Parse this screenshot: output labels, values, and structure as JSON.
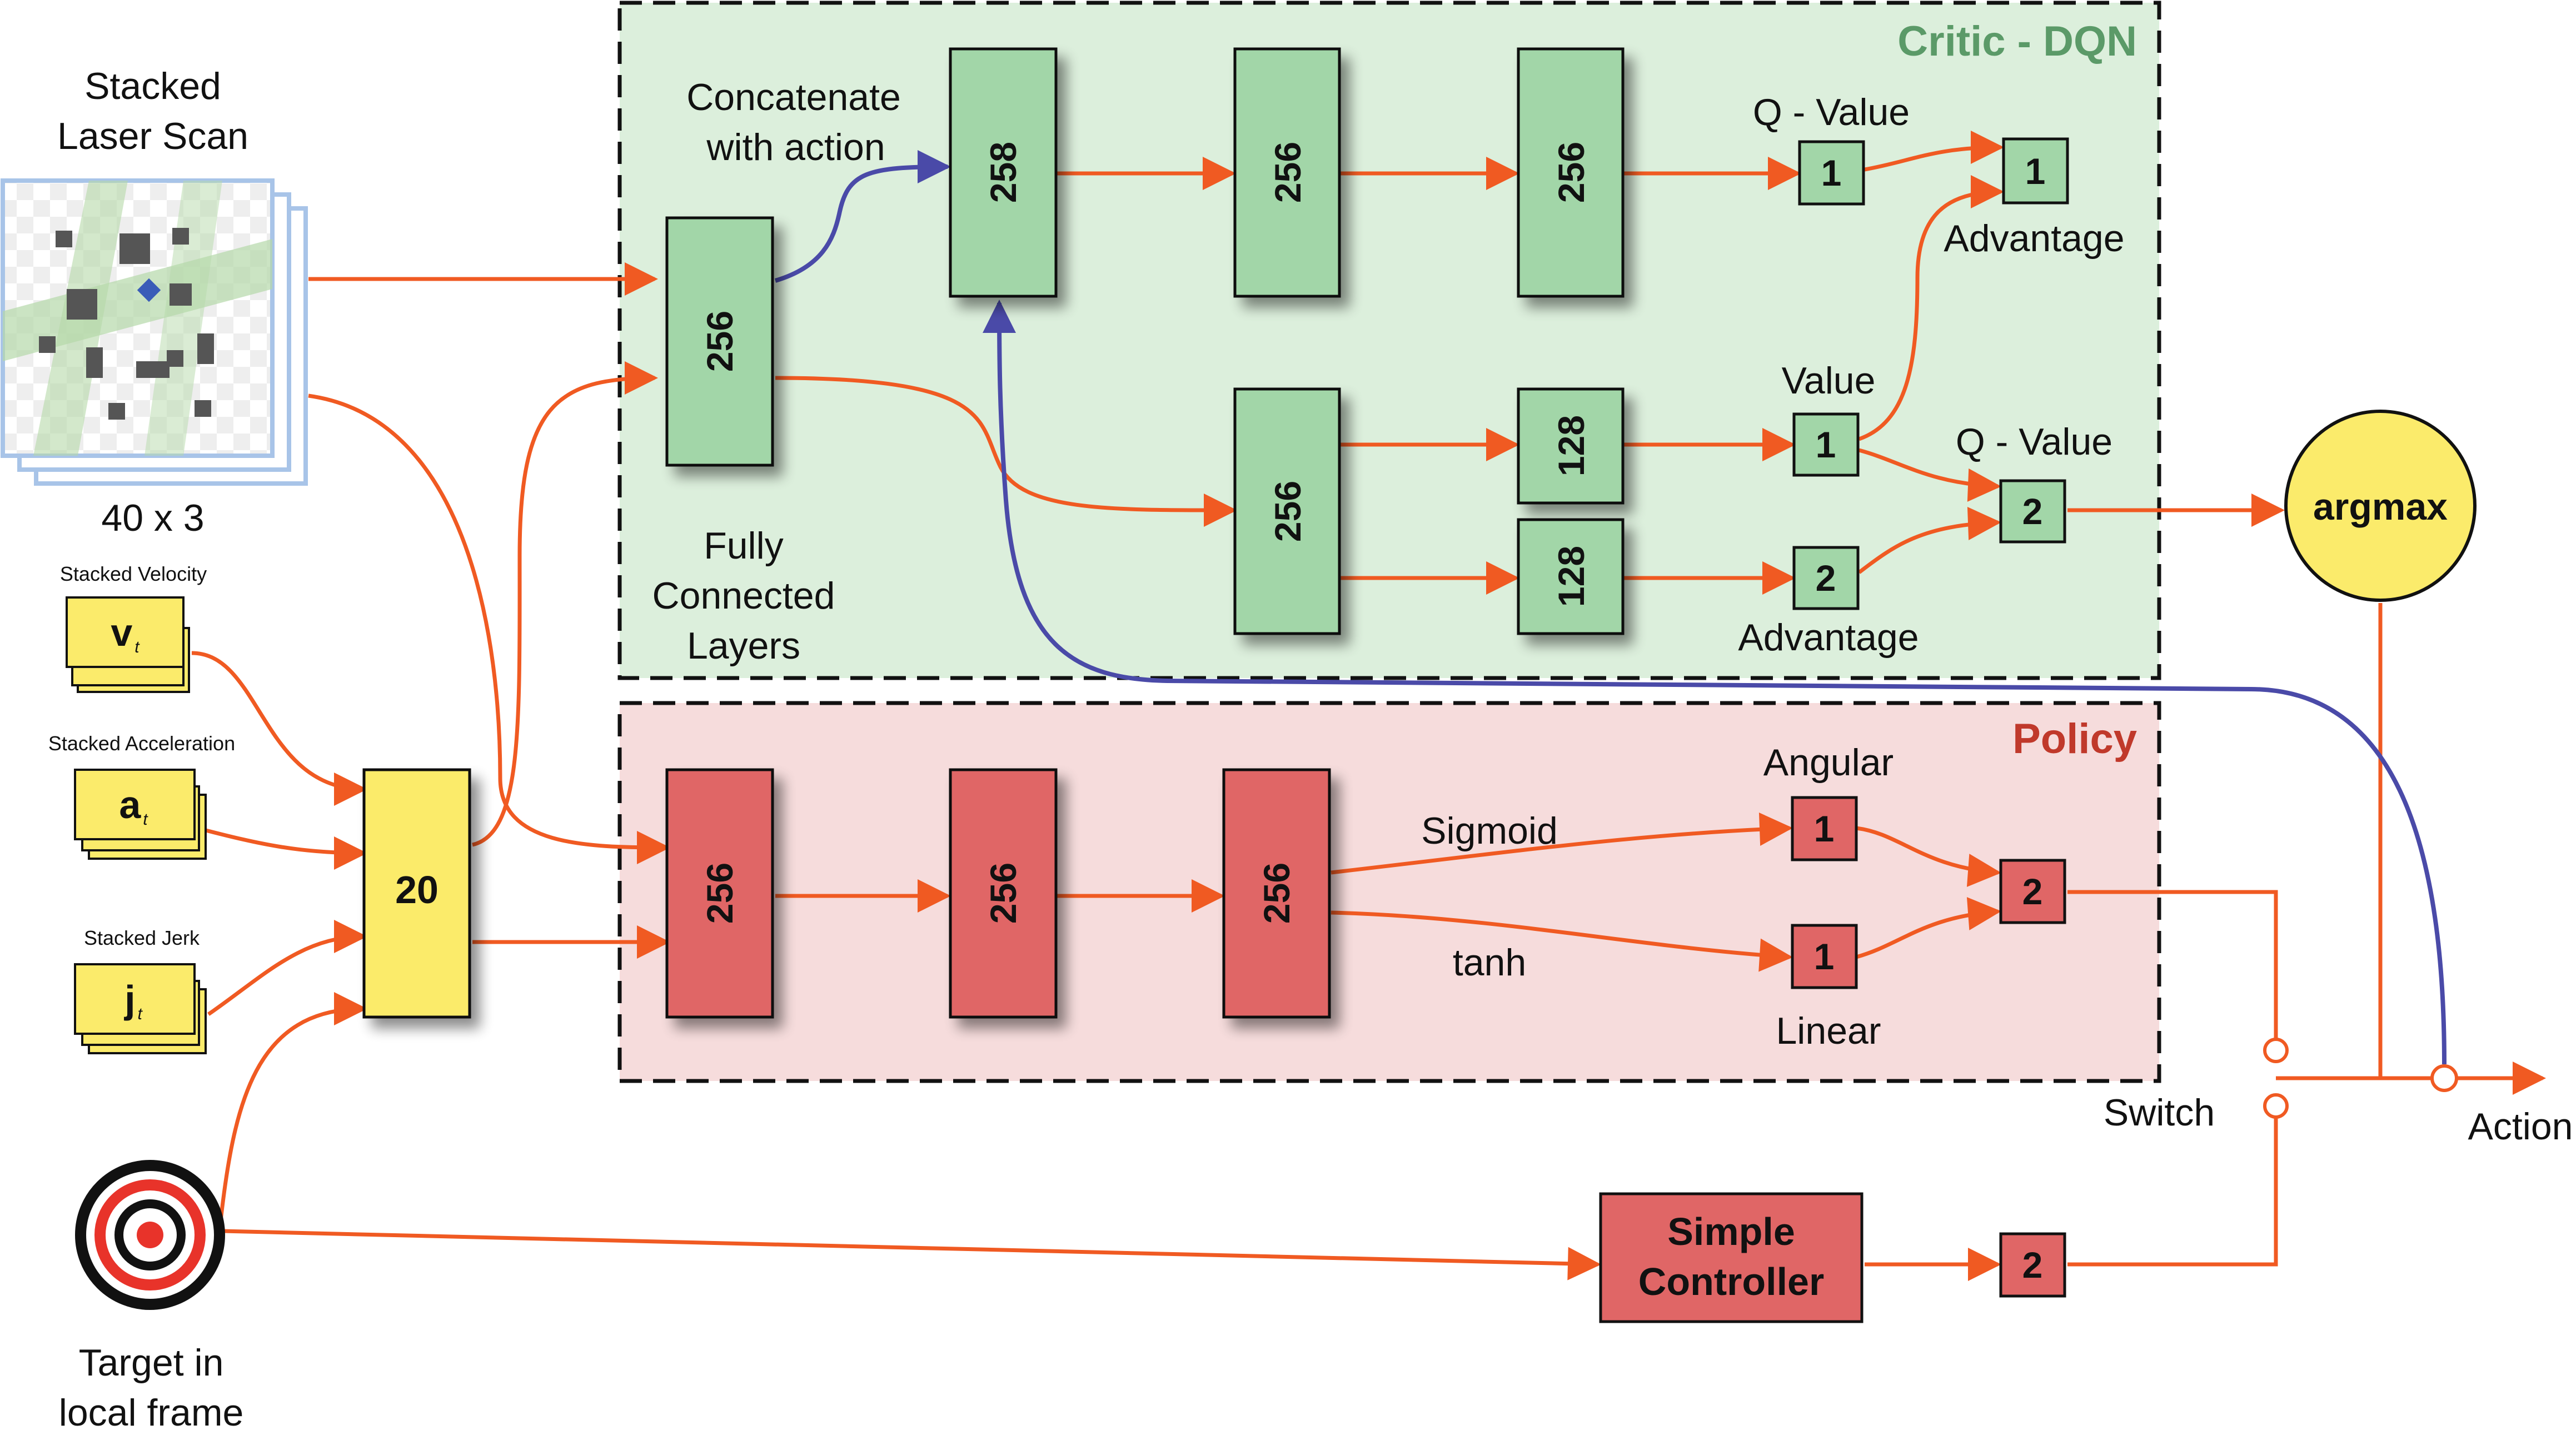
{
  "inputs": {
    "laser_title_1": "Stacked",
    "laser_title_2": "Laser Scan",
    "laser_dims": "40 x 3",
    "velocity_label": "Stacked Velocity",
    "velocity_symbol": "v",
    "acceleration_label": "Stacked Acceleration",
    "acceleration_symbol": "a",
    "jerk_label": "Stacked Jerk",
    "jerk_symbol": "j",
    "symbol_subscript": "t",
    "target_1": "Target in",
    "target_2": "local frame",
    "fusion_size": "20"
  },
  "critic": {
    "title": "Critic - DQN",
    "fc_size": "256",
    "concat_1": "Concatenate",
    "concat_2": "with action",
    "concat_size": "258",
    "q_layer_1": "256",
    "q_layer_2": "256",
    "q_value_top_label": "Q - Value",
    "q_value_top": "1",
    "combined_top": "1",
    "advantage_top_label": "Advantage",
    "duel_layer": "256",
    "value_branch": "128",
    "adv_branch": "128",
    "value_label": "Value",
    "value_out": "1",
    "adv_out": "2",
    "advantage_bottom_label": "Advantage",
    "q_value_bottom_label": "Q - Value",
    "q_out": "2",
    "fc_note_1": "Fully",
    "fc_note_2": "Connected",
    "fc_note_3": "Layers"
  },
  "argmax": "argmax",
  "policy": {
    "title": "Policy",
    "layer_1": "256",
    "layer_2": "256",
    "layer_3": "256",
    "sigmoid": "Sigmoid",
    "tanh": "tanh",
    "angular_label": "Angular",
    "angular_out": "1",
    "linear_label": "Linear",
    "linear_out": "1",
    "combined_out": "2"
  },
  "controller": {
    "label_1": "Simple",
    "label_2": "Controller",
    "out": "2"
  },
  "switch_label": "Switch",
  "action_label": "Action",
  "colors": {
    "arrow": "#f05a22",
    "feedback": "#4a4aa8",
    "critic_bg": "#dcefdc",
    "critic_node": "#a2d6a8",
    "critic_title": "#5b9a68",
    "policy_bg": "#f6dcdc",
    "policy_node": "#e06666",
    "policy_title": "#c0392b",
    "input_yellow": "#fbeb6b"
  }
}
